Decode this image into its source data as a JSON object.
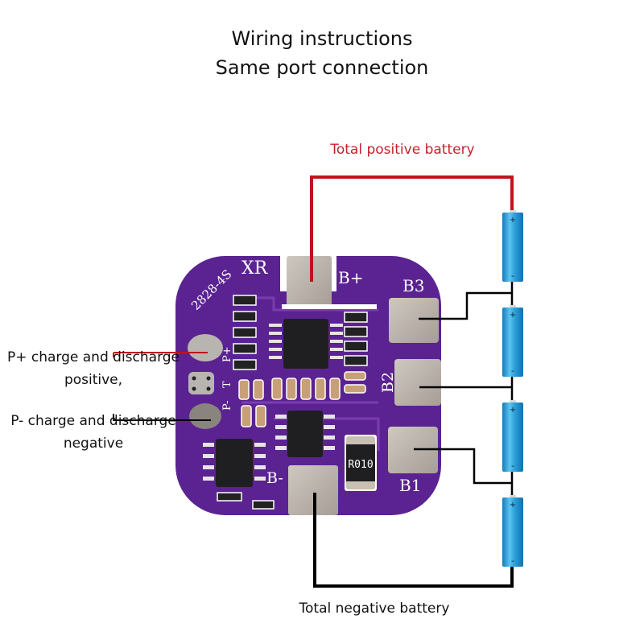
{
  "title": {
    "line1": "Wiring instructions",
    "line2": "Same port connection"
  },
  "labels": {
    "total_positive": "Total positive battery",
    "total_negative": "Total negative battery",
    "p_plus_line1": "P+ charge and discharge",
    "p_plus_line2": "positive,",
    "p_minus_line1": "P- charge and discharge",
    "p_minus_line2": "negative"
  },
  "board": {
    "model": "2828-4S",
    "brand": "XR",
    "pad_b_plus": "B+",
    "pad_b_minus": "B-",
    "pad_b1": "B1",
    "pad_b2": "B2",
    "pad_b3": "B3",
    "port_p_plus": "P+",
    "port_t": "T",
    "port_p_minus": "P-",
    "shunt_resistor": "R010",
    "color": "#5b2391"
  },
  "batteries": {
    "count": 4,
    "plus_symbol": "+",
    "minus_symbol": "-",
    "color": "#2a9fd8"
  },
  "colors": {
    "positive_wire": "#c0141c",
    "negative_wire": "#000000",
    "positive_text": "#c8202c"
  }
}
